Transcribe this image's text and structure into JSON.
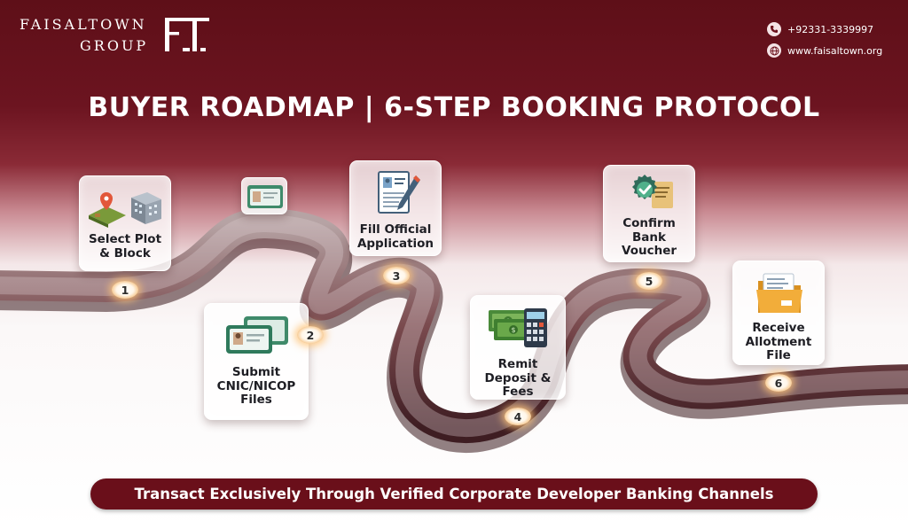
{
  "brand": {
    "name_line1": "FAISALTOWN",
    "name_line2": "GROUP",
    "monogram": "FT"
  },
  "contact": {
    "phone": "+92331-3339997",
    "website": "www.faisaltown.org"
  },
  "title": "BUYER ROADMAP | 6-STEP BOOKING PROTOCOL",
  "steps": [
    {
      "number": "1",
      "label_lines": [
        "Select Plot",
        "& Block"
      ],
      "icon": "map-building-icon"
    },
    {
      "number": "2",
      "label_lines": [
        "Submit",
        "CNIC/NICOP",
        "Files"
      ],
      "icon": "id-cards-icon"
    },
    {
      "number": "3",
      "label_lines": [
        "Fill Official",
        "Application"
      ],
      "icon": "application-form-icon"
    },
    {
      "number": "4",
      "label_lines": [
        "Remit",
        "Deposit &",
        "Fees"
      ],
      "icon": "cash-calculator-icon"
    },
    {
      "number": "5",
      "label_lines": [
        "Confirm",
        "Bank",
        "Voucher"
      ],
      "icon": "verified-voucher-icon"
    },
    {
      "number": "6",
      "label_lines": [
        "Receive",
        "Allotment",
        "File"
      ],
      "icon": "allotment-folder-icon"
    }
  ],
  "footer": "Transact Exclusively Through Verified Corporate Developer Banking Channels",
  "colors": {
    "brand_maroon": "#6a0f1a",
    "road": "#7a4a4e",
    "marker_glow": "#f6c487"
  }
}
